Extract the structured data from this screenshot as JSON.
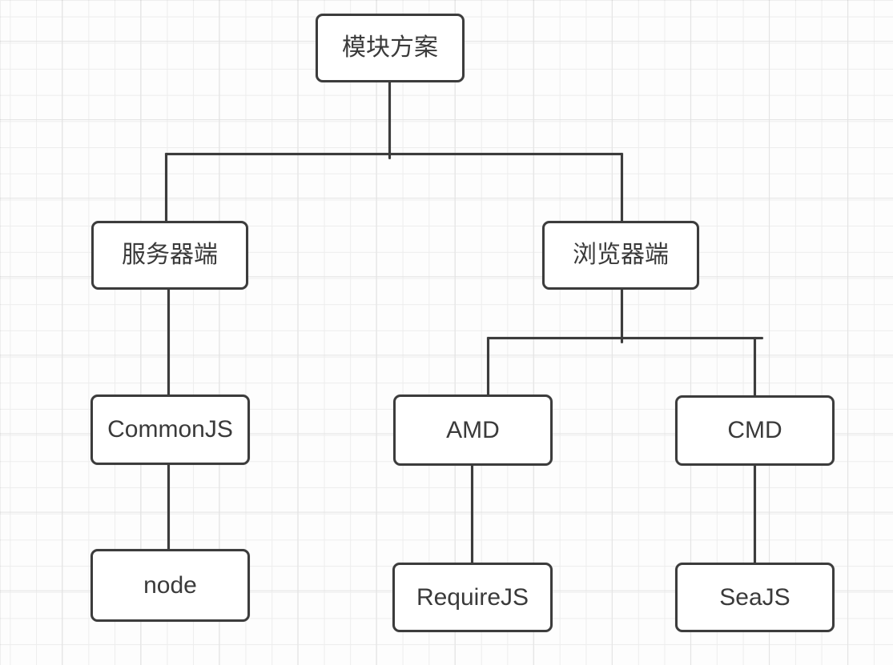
{
  "diagram": {
    "type": "tree-flowchart",
    "root_label": "模块方案"
  },
  "nodes": {
    "root": {
      "label": "模块方案"
    },
    "server": {
      "label": "服务器端"
    },
    "browser": {
      "label": "浏览器端"
    },
    "commonjs": {
      "label": "CommonJS"
    },
    "amd": {
      "label": "AMD"
    },
    "cmd": {
      "label": "CMD"
    },
    "node": {
      "label": "node"
    },
    "requirejs": {
      "label": "RequireJS"
    },
    "seajs": {
      "label": "SeaJS"
    }
  },
  "edges": [
    {
      "from": "模块方案",
      "to": "服务器端"
    },
    {
      "from": "模块方案",
      "to": "浏览器端"
    },
    {
      "from": "服务器端",
      "to": "CommonJS"
    },
    {
      "from": "CommonJS",
      "to": "node"
    },
    {
      "from": "浏览器端",
      "to": "AMD"
    },
    {
      "from": "浏览器端",
      "to": "CMD"
    },
    {
      "from": "AMD",
      "to": "RequireJS"
    },
    {
      "from": "CMD",
      "to": "SeaJS"
    }
  ],
  "colors": {
    "background": "#fdfdfd",
    "grid_minor": "#ededed",
    "grid_major": "#e3e3e3",
    "node_fill": "#ffffff",
    "node_border": "#3c3c3c",
    "connector": "#3c3c3c",
    "text": "#3a3a3a"
  }
}
